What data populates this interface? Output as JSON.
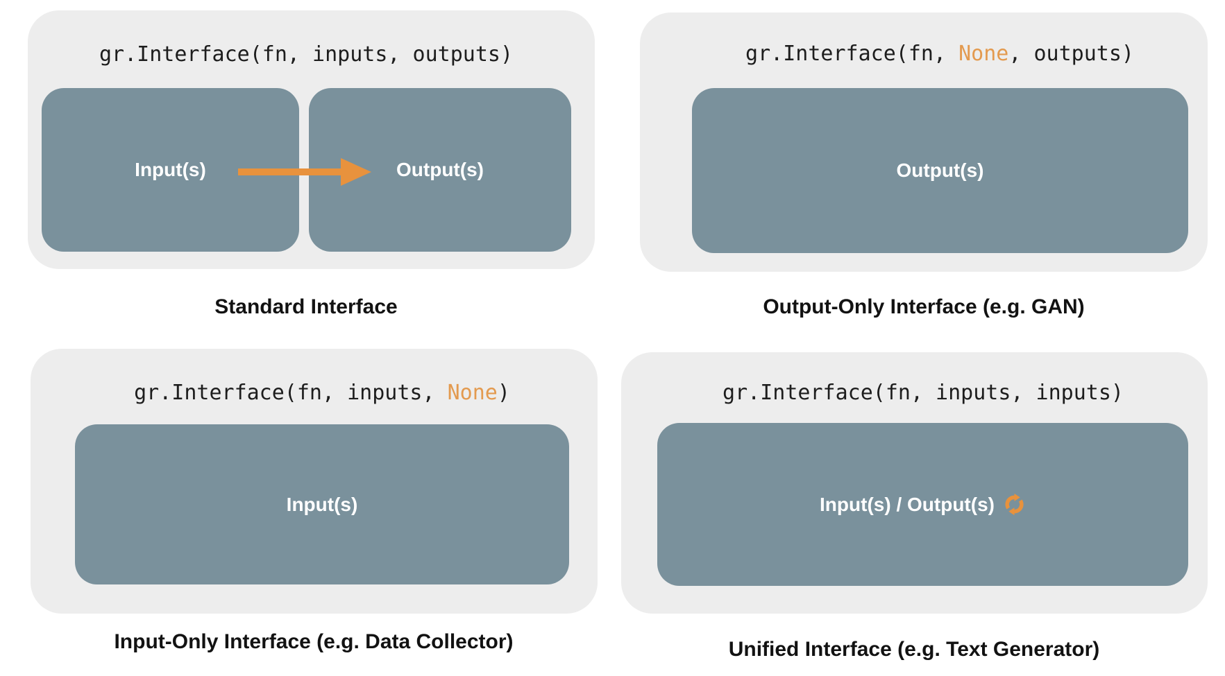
{
  "colors": {
    "page_bg": "#ffffff",
    "panel_bg": "#ededed",
    "box_bg": "#7a919c",
    "code_text": "#1d1d1d",
    "code_highlight_orange": "#e39a4f",
    "box_label_text": "#ffffff",
    "caption_text": "#121212",
    "arrow_orange": "#e8923d"
  },
  "panels": [
    {
      "name": "standard-interface",
      "code": [
        {
          "text": "gr.Interface(fn, inputs, outputs)",
          "highlight": false
        }
      ],
      "boxes": [
        {
          "label": "Input(s)"
        },
        {
          "label": "Output(s)"
        }
      ],
      "icons": [
        "arrow-right-icon"
      ],
      "caption": "Standard Interface"
    },
    {
      "name": "output-only-interface",
      "code": [
        {
          "text": "gr.Interface(fn, ",
          "highlight": false
        },
        {
          "text": "None",
          "highlight": true
        },
        {
          "text": ", outputs)",
          "highlight": false
        }
      ],
      "boxes": [
        {
          "label": "Output(s)"
        }
      ],
      "icons": [],
      "caption": "Output-Only Interface (e.g. GAN)"
    },
    {
      "name": "input-only-interface",
      "code": [
        {
          "text": "gr.Interface(fn, inputs, ",
          "highlight": false
        },
        {
          "text": "None",
          "highlight": true
        },
        {
          "text": ")",
          "highlight": false
        }
      ],
      "boxes": [
        {
          "label": "Input(s)"
        }
      ],
      "icons": [],
      "caption": "Input-Only Interface (e.g. Data Collector)"
    },
    {
      "name": "unified-interface",
      "code": [
        {
          "text": "gr.Interface(fn, inputs, inputs)",
          "highlight": false
        }
      ],
      "boxes": [
        {
          "label": "Input(s) / Output(s)"
        }
      ],
      "icons": [
        "refresh-icon"
      ],
      "caption": "Unified Interface (e.g. Text Generator)"
    }
  ]
}
